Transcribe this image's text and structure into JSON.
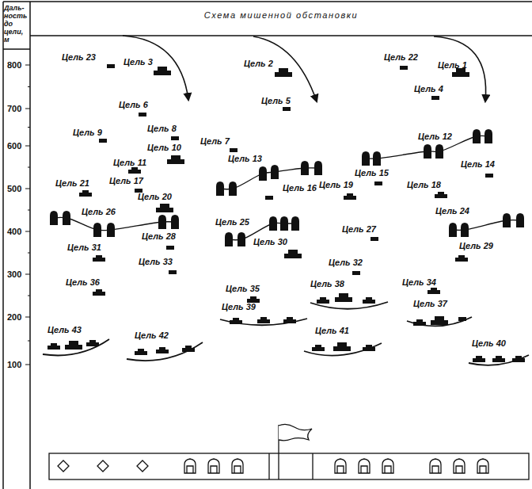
{
  "diagram": {
    "title": "Схема мишенной обстановки",
    "labels": [
      "Даль- ность до цели, м",
      "800",
      "700",
      "600",
      "500",
      "400",
      "300",
      "200",
      "100",
      "Цель 23",
      "Цель 3",
      "Цель 2",
      "Цель 22",
      "Цель 1",
      "Цель 6",
      "Цель 5",
      "Цель 4",
      "Цель 9",
      "Цель 8",
      "Цель 7",
      "Цель 12",
      "Цель 10",
      "Цель 13",
      "Цель 11",
      "Цель 14",
      "Цель 15",
      "Цель 17",
      "Цель 21",
      "Цель 16",
      "Цель 19",
      "Цель 18",
      "Цель 20",
      "Цель 26",
      "Цель 24",
      "Цель 25",
      "Цель 27",
      "Цель 28",
      "Цель 30",
      "Цель 31",
      "Цель 29",
      "Цель 33",
      "Цель 32",
      "Цель 36",
      "Цель 35",
      "Цель 38",
      "Цель 34",
      "Цель 39",
      "Цель 37",
      "Цель 43",
      "Цель 42",
      "Цель 41",
      "Цель 40"
    ]
  }
}
